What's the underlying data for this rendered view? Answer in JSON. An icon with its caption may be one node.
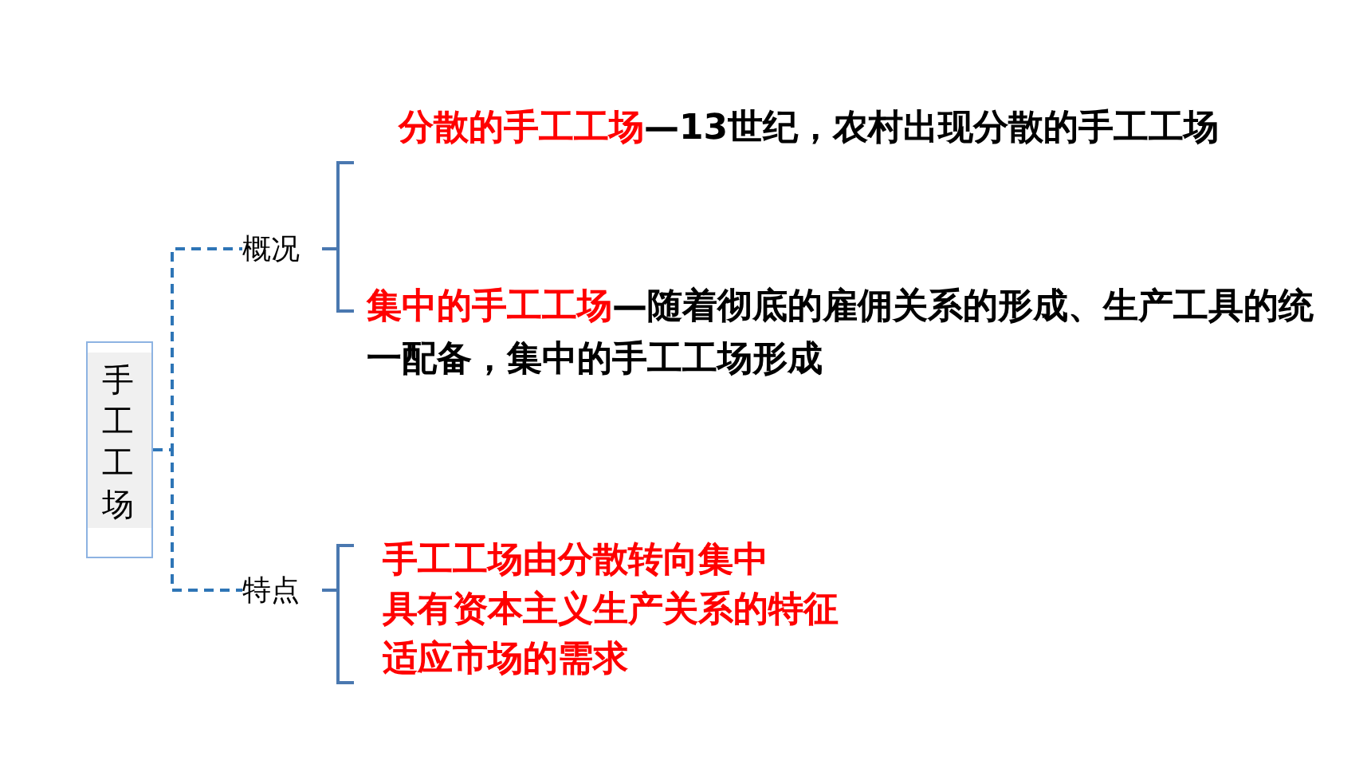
{
  "diagram": {
    "nodes": [
      {
        "text": [
          "手工工场"
        ]
      },
      {
        "text": [
          "概况"
        ]
      },
      {
        "text": [
          "特点"
        ]
      },
      {
        "text": [
          "分散的手工工场",
          "—13世纪，农村出现分散的手工工场"
        ]
      },
      {
        "text": [
          "集中的手工工场",
          "—随着彻底的雇佣关系的形成、生产工具的统一配备，集中的手工工场形成"
        ]
      },
      {
        "text": [
          "手工工场由分散转向集中",
          "具有资本主义生产关系的特征",
          "适应市场的需求"
        ]
      }
    ],
    "edges": [
      {
        "from": 0,
        "to": 1,
        "arrow": "none",
        "style": "dashed"
      },
      {
        "from": 0,
        "to": 2,
        "arrow": "none",
        "style": "dashed"
      },
      {
        "from": 1,
        "to": 3,
        "arrow": "none"
      },
      {
        "from": 1,
        "to": 4,
        "arrow": "none"
      },
      {
        "from": 2,
        "to": 5,
        "arrow": "none"
      }
    ]
  }
}
